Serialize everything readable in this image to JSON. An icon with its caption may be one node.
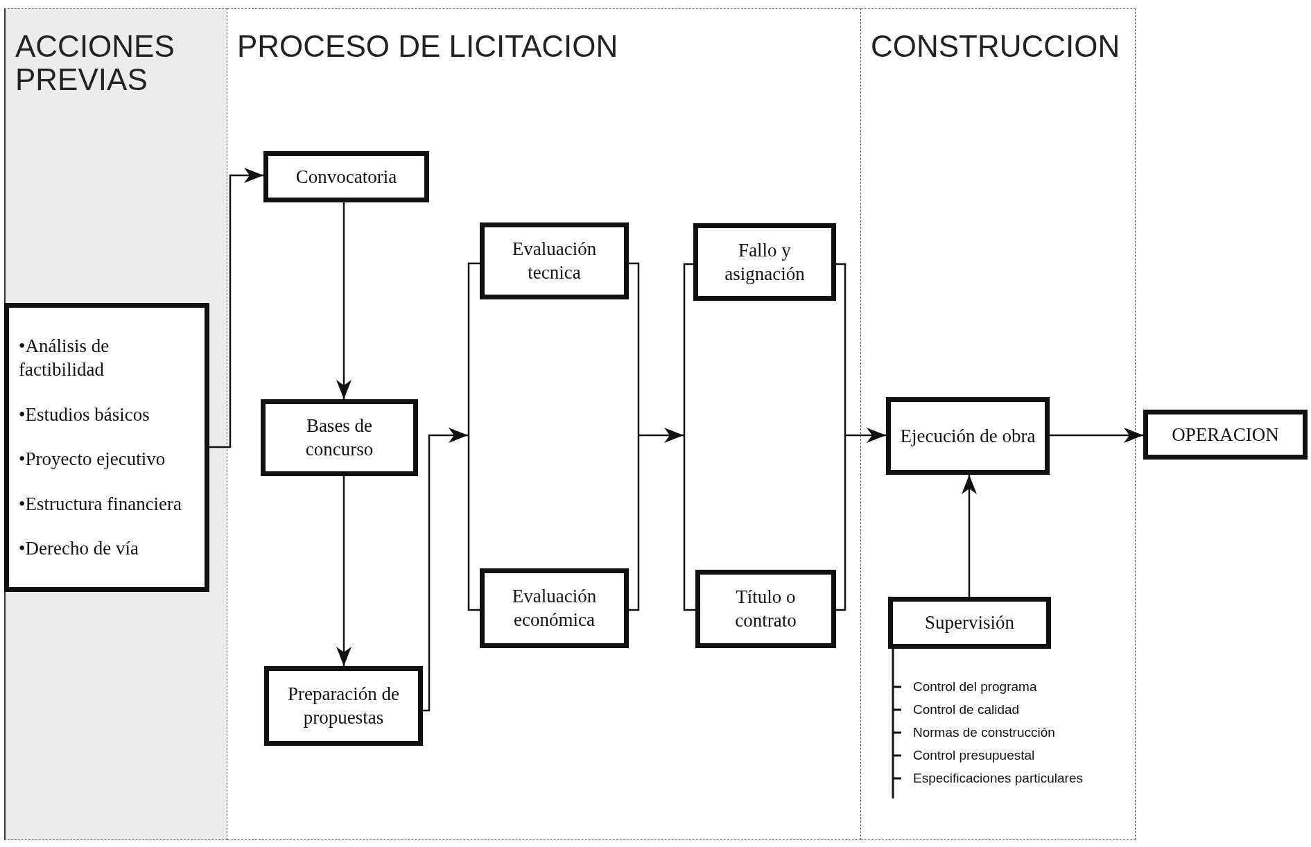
{
  "diagram": {
    "nodes": [
      {
        "text": [
          "ACCIONES PREVIAS"
        ]
      },
      {
        "text": [
          "•Análisis de factibilidad",
          "•Estudios básicos",
          "•Proyecto ejecutivo",
          "•Estructura financiera",
          "•Derecho de vía"
        ],
        "in": 0
      },
      {
        "text": [
          "PROCESO DE LICITACION"
        ]
      },
      {
        "text": [
          "Convocatoria"
        ],
        "in": 2
      },
      {
        "text": [
          "Bases de concurso"
        ],
        "in": 2
      },
      {
        "text": [
          "Preparación de propuestas"
        ],
        "in": 2
      },
      {
        "text": [],
        "shape": "box",
        "in": 2
      },
      {
        "text": [
          "Evaluación tecnica"
        ],
        "in": 6
      },
      {
        "text": [
          "Evaluación económica"
        ],
        "in": 6
      },
      {
        "text": [],
        "shape": "box",
        "in": 2
      },
      {
        "text": [
          "Fallo y asignación"
        ],
        "in": 9
      },
      {
        "text": [
          "Título o contrato"
        ],
        "in": 9
      },
      {
        "text": [
          "CONSTRUCCION"
        ]
      },
      {
        "text": [
          "Ejecución de obra"
        ],
        "in": 12
      },
      {
        "text": [
          "Supervisión"
        ],
        "in": 12
      },
      {
        "text": [
          "OPERACION"
        ]
      }
    ],
    "edges": [
      {
        "from": 1,
        "to": 3,
        "arrow": "to"
      },
      {
        "from": 3,
        "to": 4,
        "arrow": "to"
      },
      {
        "from": 4,
        "to": 5,
        "arrow": "to"
      },
      {
        "from": 5,
        "to": 6,
        "arrow": "to"
      },
      {
        "from": 6,
        "to": 9,
        "arrow": "to"
      },
      {
        "from": 9,
        "to": 13,
        "arrow": "to"
      },
      {
        "from": 13,
        "to": 15,
        "arrow": "to"
      },
      {
        "from": 14,
        "to": 13,
        "arrow": "to"
      }
    ],
    "labels": [
      "Control del programa",
      "Control de calidad",
      "Normas de construcción",
      "Control presupuestal",
      "Especificaciones particulares"
    ]
  }
}
